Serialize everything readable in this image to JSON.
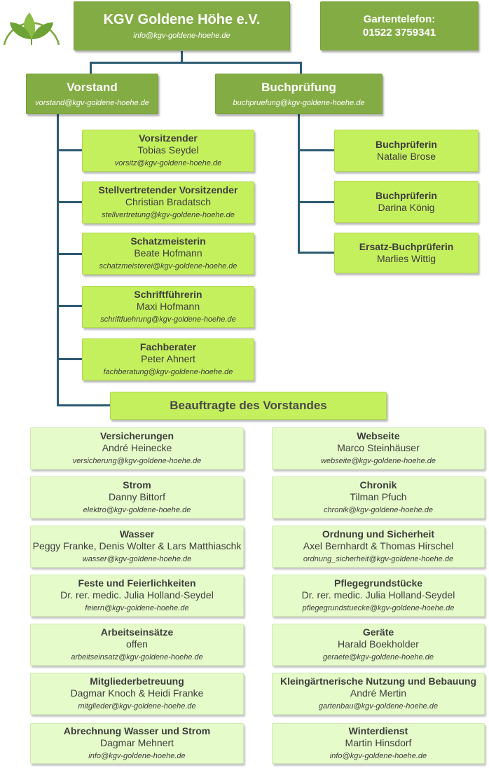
{
  "header": {
    "org_name": "KGV Goldene Höhe e.V.",
    "org_email": "info@kgv-goldene-hoehe.de",
    "phone_label": "Gartentelefon:",
    "phone_number": "01522 3759341"
  },
  "vorstand": {
    "title": "Vorstand",
    "email": "vorstand@kgv-goldene-hoehe.de",
    "members": [
      {
        "role": "Vorsitzender",
        "name": "Tobias Seydel",
        "email": "vorsitz@kgv-goldene-hoehe.de"
      },
      {
        "role": "Stellvertretender Vorsitzender",
        "name": "Christian Bradatsch",
        "email": "stellvertretung@kgv-goldene-hoehe.de"
      },
      {
        "role": "Schatzmeisterin",
        "name": "Beate Hofmann",
        "email": "schatzmeisterei@kgv-goldene-hoehe.de"
      },
      {
        "role": "Schriftführerin",
        "name": "Maxi Hofmann",
        "email": "schriftfuehrung@kgv-goldene-hoehe.de"
      },
      {
        "role": "Fachberater",
        "name": "Peter Ahnert",
        "email": "fachberatung@kgv-goldene-hoehe.de"
      }
    ]
  },
  "buchpruefung": {
    "title": "Buchprüfung",
    "email": "buchpruefung@kgv-goldene-hoehe.de",
    "members": [
      {
        "role": "Buchprüferin",
        "name": "Natalie Brose"
      },
      {
        "role": "Buchprüferin",
        "name": "Darina König"
      },
      {
        "role": "Ersatz-Buchprüferin",
        "name": "Marlies Wittig"
      }
    ]
  },
  "beauftragte": {
    "title": "Beauftragte des Vorstandes",
    "left": [
      {
        "role": "Versicherungen",
        "name": "André Heinecke",
        "email": "versicherung@kgv-goldene-hoehe.de"
      },
      {
        "role": "Strom",
        "name": "Danny Bittorf",
        "email": "elektro@kgv-goldene-hoehe.de"
      },
      {
        "role": "Wasser",
        "name": "Peggy Franke, Denis Wolter & Lars Matthiaschk",
        "email": "wasser@kgv-goldene-hoehe.de"
      },
      {
        "role": "Feste und Feierlichkeiten",
        "name": "Dr. rer. medic. Julia Holland-Seydel",
        "email": "feiern@kgv-goldene-hoehe.de"
      },
      {
        "role": "Arbeitseinsätze",
        "name": "offen",
        "email": "arbeitseinsatz@kgv-goldene-hoehe.de"
      },
      {
        "role": "Mitgliederbetreuung",
        "name": "Dagmar Knoch & Heidi Franke",
        "email": "mitglieder@kgv-goldene-hoehe.de"
      },
      {
        "role": "Abrechnung Wasser und Strom",
        "name": "Dagmar Mehnert",
        "email": "info@kgv-goldene-hoehe.de"
      }
    ],
    "right": [
      {
        "role": "Webseite",
        "name": "Marco Steinhäuser",
        "email": "webseite@kgv-goldene-hoehe.de"
      },
      {
        "role": "Chronik",
        "name": "Tilman Pfuch",
        "email": "chronik@kgv-goldene-hoehe.de"
      },
      {
        "role": "Ordnung und Sicherheit",
        "name": "Axel Bernhardt & Thomas Hirschel",
        "email": "ordnung_sicherheit@kgv-goldene-hoehe.de"
      },
      {
        "role": "Pflegegrundstücke",
        "name": "Dr. rer. medic. Julia Holland-Seydel",
        "email": "pflegegrundstuecke@kgv-goldene-hoehe.de"
      },
      {
        "role": "Geräte",
        "name": "Harald Boekholder",
        "email": "geraete@kgv-goldene-hoehe.de"
      },
      {
        "role": "Kleingärtnerische Nutzung und Bebauung",
        "name": "André Mertin",
        "email": "gartenbau@kgv-goldene-hoehe.de"
      },
      {
        "role": "Winterdienst",
        "name": "Martin Hinsdorf",
        "email": "info@kgv-goldene-hoehe.de"
      }
    ]
  },
  "colors": {
    "dark_green": "#84ac45",
    "lime": "#c5f05e",
    "pale_green": "#e5fbca",
    "connector": "#2e5a72"
  }
}
